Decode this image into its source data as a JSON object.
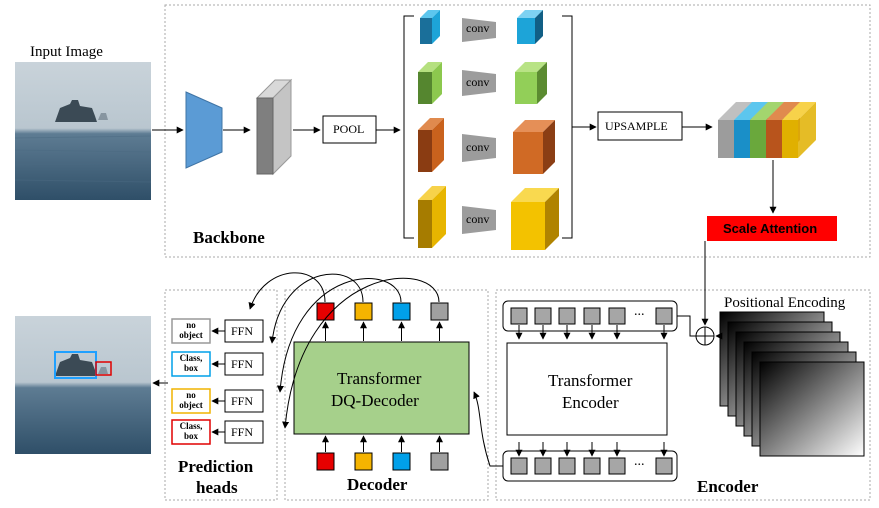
{
  "input_image_label": "Input Image",
  "backbone": {
    "title": "Backbone",
    "pool_label": "POOL",
    "conv_label": "conv",
    "upsample_label": "UPSAMPLE",
    "scale_attention_label": "Scale Attention"
  },
  "encoder_section": {
    "title": "Encoder",
    "block_label_line1": "Transformer",
    "block_label_line2": "Encoder",
    "positional_encoding_label": "Positional Encoding",
    "token_ellipsis": "..."
  },
  "decoder_section": {
    "title": "Decoder",
    "block_label_line1": "Transformer",
    "block_label_line2": "DQ-Decoder"
  },
  "prediction_heads": {
    "title_line1": "Prediction",
    "title_line2": "heads",
    "ffn_label": "FFN",
    "outputs": [
      {
        "line1": "no",
        "line2": "object",
        "color": "#999999"
      },
      {
        "line1": "Class,",
        "line2": "box",
        "color": "#00a0e8"
      },
      {
        "line1": "no",
        "line2": "object",
        "color": "#f0b400"
      },
      {
        "line1": "Class,",
        "line2": "box",
        "color": "#e00000"
      }
    ]
  },
  "colors": {
    "query_red": "#e60000",
    "query_orange": "#f5b400",
    "query_blue": "#00a0e9",
    "query_gray": "#a0a0a0",
    "decoder_green": "#a6d08b",
    "scale_attention_red": "#ff0000",
    "backbone_trapezoid": "#5b9bd5"
  }
}
